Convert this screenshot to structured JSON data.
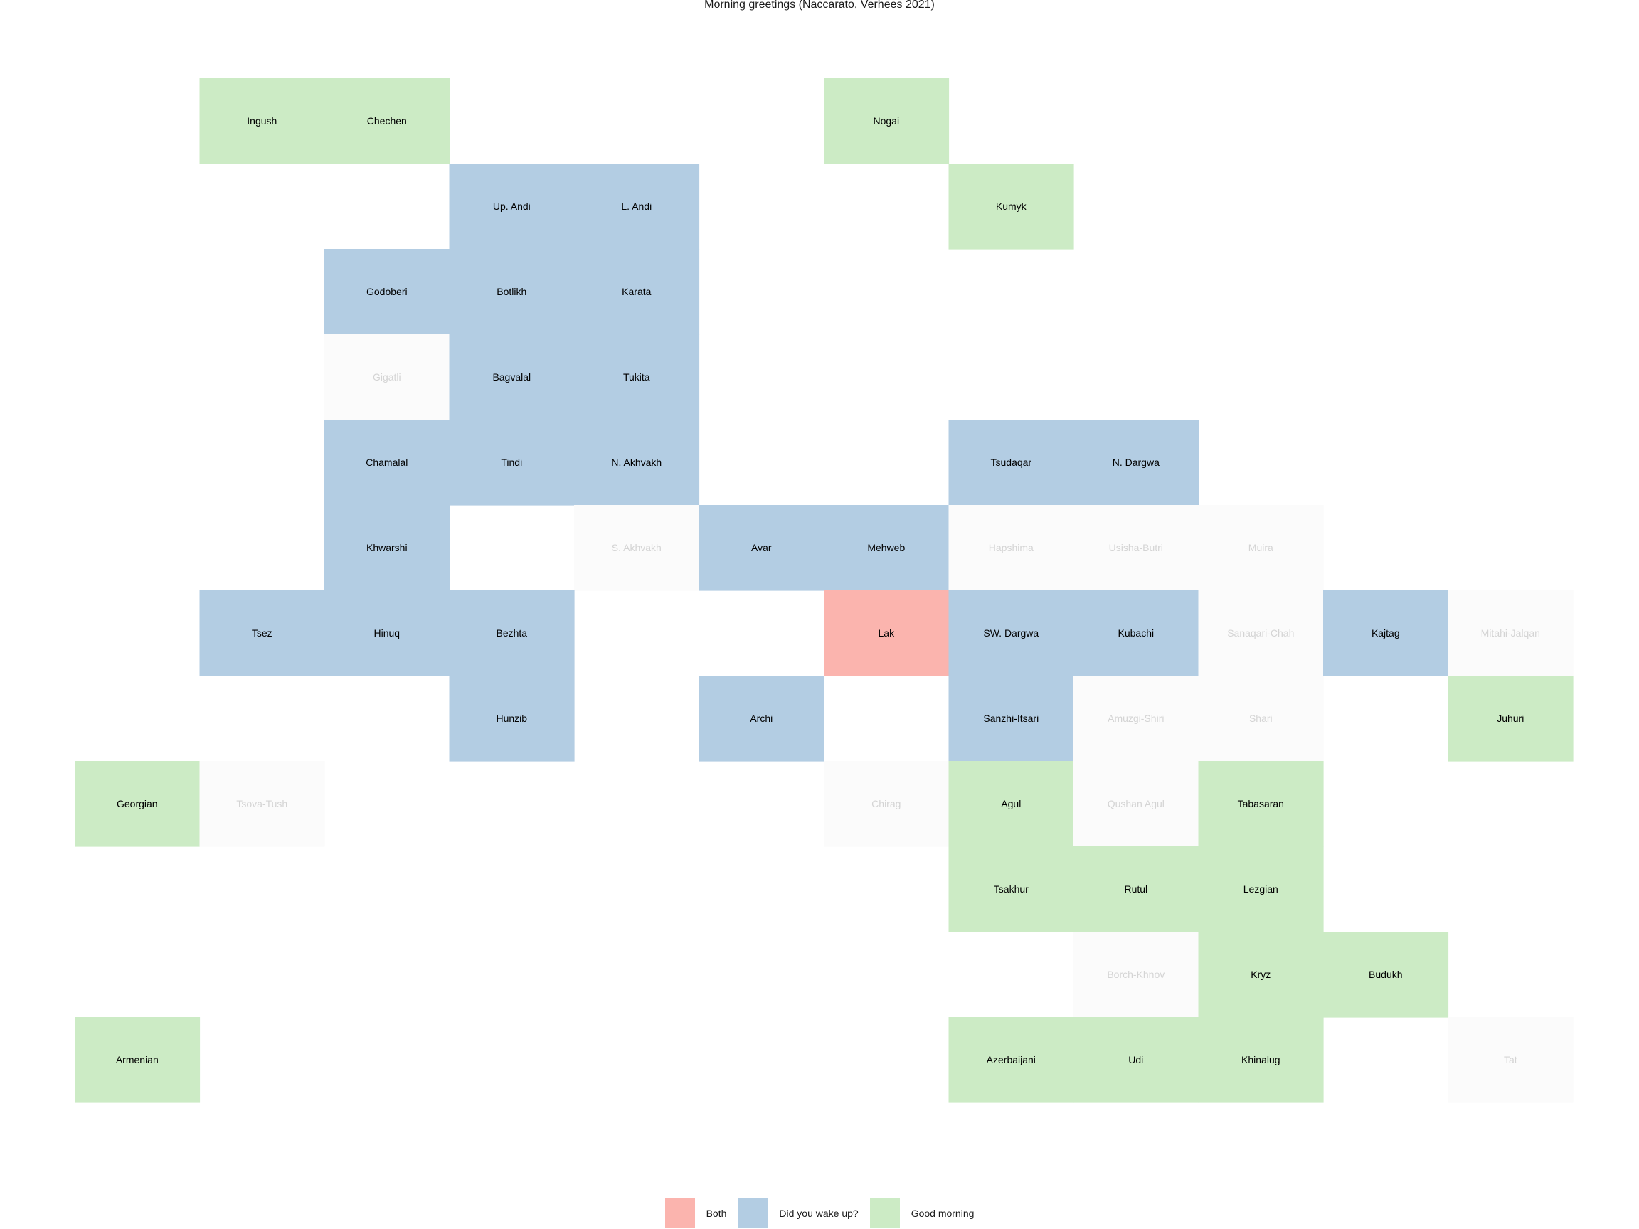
{
  "chart_data": {
    "type": "heatmap",
    "title": "Morning greetings (Naccarato, Verhees 2021)",
    "colors": {
      "Both": "#fbb4ae",
      "Did you wake up?": "#b3cde3",
      "Good morning": "#ccebc5",
      "none": "#fbfbfb"
    },
    "text_colors": {
      "categorized": "#000000",
      "none": "#d4d4d4"
    },
    "legend": {
      "position": "bottom",
      "items": [
        "Both",
        "Did you wake up?",
        "Good morning"
      ]
    },
    "grid": {
      "columns": 13,
      "rows": 12
    },
    "tiles": [
      {
        "label": "Ingush",
        "col": 2,
        "row": 1,
        "category": "Good morning"
      },
      {
        "label": "Chechen",
        "col": 3,
        "row": 1,
        "category": "Good morning"
      },
      {
        "label": "Nogai",
        "col": 7,
        "row": 1,
        "category": "Good morning"
      },
      {
        "label": "Up. Andi",
        "col": 4,
        "row": 2,
        "category": "Did you wake up?"
      },
      {
        "label": "L. Andi",
        "col": 5,
        "row": 2,
        "category": "Did you wake up?"
      },
      {
        "label": "Kumyk",
        "col": 8,
        "row": 2,
        "category": "Good morning"
      },
      {
        "label": "Godoberi",
        "col": 3,
        "row": 3,
        "category": "Did you wake up?"
      },
      {
        "label": "Botlikh",
        "col": 4,
        "row": 3,
        "category": "Did you wake up?"
      },
      {
        "label": "Karata",
        "col": 5,
        "row": 3,
        "category": "Did you wake up?"
      },
      {
        "label": "Gigatli",
        "col": 3,
        "row": 4,
        "category": null
      },
      {
        "label": "Bagvalal",
        "col": 4,
        "row": 4,
        "category": "Did you wake up?"
      },
      {
        "label": "Tukita",
        "col": 5,
        "row": 4,
        "category": "Did you wake up?"
      },
      {
        "label": "Chamalal",
        "col": 3,
        "row": 5,
        "category": "Did you wake up?"
      },
      {
        "label": "Tindi",
        "col": 4,
        "row": 5,
        "category": "Did you wake up?"
      },
      {
        "label": "N. Akhvakh",
        "col": 5,
        "row": 5,
        "category": "Did you wake up?"
      },
      {
        "label": "Tsudaqar",
        "col": 8,
        "row": 5,
        "category": "Did you wake up?"
      },
      {
        "label": "N. Dargwa",
        "col": 9,
        "row": 5,
        "category": "Did you wake up?"
      },
      {
        "label": "Khwarshi",
        "col": 3,
        "row": 6,
        "category": "Did you wake up?"
      },
      {
        "label": "S. Akhvakh",
        "col": 5,
        "row": 6,
        "category": null
      },
      {
        "label": "Avar",
        "col": 6,
        "row": 6,
        "category": "Did you wake up?"
      },
      {
        "label": "Mehweb",
        "col": 7,
        "row": 6,
        "category": "Did you wake up?"
      },
      {
        "label": "Hapshima",
        "col": 8,
        "row": 6,
        "category": null
      },
      {
        "label": "Usisha-Butri",
        "col": 9,
        "row": 6,
        "category": null
      },
      {
        "label": "Muira",
        "col": 10,
        "row": 6,
        "category": null
      },
      {
        "label": "Tsez",
        "col": 2,
        "row": 7,
        "category": "Did you wake up?"
      },
      {
        "label": "Hinuq",
        "col": 3,
        "row": 7,
        "category": "Did you wake up?"
      },
      {
        "label": "Bezhta",
        "col": 4,
        "row": 7,
        "category": "Did you wake up?"
      },
      {
        "label": "Lak",
        "col": 7,
        "row": 7,
        "category": "Both"
      },
      {
        "label": "SW. Dargwa",
        "col": 8,
        "row": 7,
        "category": "Did you wake up?"
      },
      {
        "label": "Kubachi",
        "col": 9,
        "row": 7,
        "category": "Did you wake up?"
      },
      {
        "label": "Sanaqari-Chah",
        "col": 10,
        "row": 7,
        "category": null
      },
      {
        "label": "Kajtag",
        "col": 11,
        "row": 7,
        "category": "Did you wake up?"
      },
      {
        "label": "Mitahi-Jalqan",
        "col": 12,
        "row": 7,
        "category": null
      },
      {
        "label": "Hunzib",
        "col": 4,
        "row": 8,
        "category": "Did you wake up?"
      },
      {
        "label": "Archi",
        "col": 6,
        "row": 8,
        "category": "Did you wake up?"
      },
      {
        "label": "Sanzhi-Itsari",
        "col": 8,
        "row": 8,
        "category": "Did you wake up?"
      },
      {
        "label": "Amuzgi-Shiri",
        "col": 9,
        "row": 8,
        "category": null
      },
      {
        "label": "Shari",
        "col": 10,
        "row": 8,
        "category": null
      },
      {
        "label": "Juhuri",
        "col": 12,
        "row": 8,
        "category": "Good morning"
      },
      {
        "label": "Georgian",
        "col": 1,
        "row": 9,
        "category": "Good morning"
      },
      {
        "label": "Tsova-Tush",
        "col": 2,
        "row": 9,
        "category": null
      },
      {
        "label": "Chirag",
        "col": 7,
        "row": 9,
        "category": null
      },
      {
        "label": "Agul",
        "col": 8,
        "row": 9,
        "category": "Good morning"
      },
      {
        "label": "Qushan Agul",
        "col": 9,
        "row": 9,
        "category": null
      },
      {
        "label": "Tabasaran",
        "col": 10,
        "row": 9,
        "category": "Good morning"
      },
      {
        "label": "Tsakhur",
        "col": 8,
        "row": 10,
        "category": "Good morning"
      },
      {
        "label": "Rutul",
        "col": 9,
        "row": 10,
        "category": "Good morning"
      },
      {
        "label": "Lezgian",
        "col": 10,
        "row": 10,
        "category": "Good morning"
      },
      {
        "label": "Borch-Khnov",
        "col": 9,
        "row": 11,
        "category": null
      },
      {
        "label": "Kryz",
        "col": 10,
        "row": 11,
        "category": "Good morning"
      },
      {
        "label": "Budukh",
        "col": 11,
        "row": 11,
        "category": "Good morning"
      },
      {
        "label": "Armenian",
        "col": 1,
        "row": 12,
        "category": "Good morning"
      },
      {
        "label": "Azerbaijani",
        "col": 8,
        "row": 12,
        "category": "Good morning"
      },
      {
        "label": "Udi",
        "col": 9,
        "row": 12,
        "category": "Good morning"
      },
      {
        "label": "Khinalug",
        "col": 10,
        "row": 12,
        "category": "Good morning"
      },
      {
        "label": "Tat",
        "col": 12,
        "row": 12,
        "category": null
      }
    ]
  }
}
